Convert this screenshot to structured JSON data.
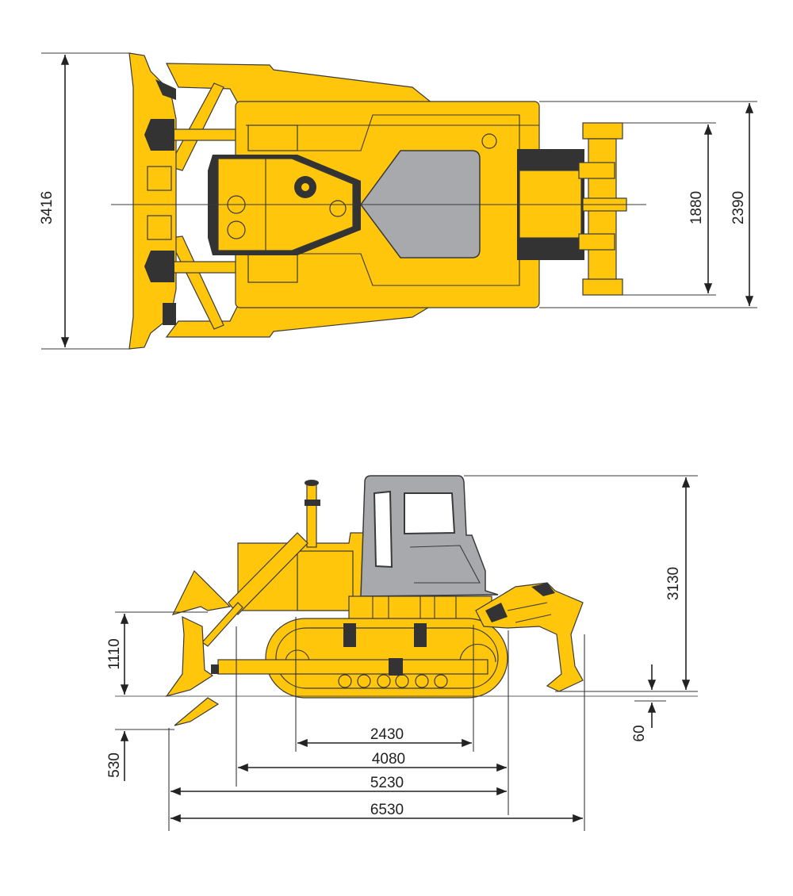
{
  "title": "Bulldozer dimension drawing",
  "colors": {
    "body": "#FFC60B",
    "cab": "#A7A9AC",
    "dark": "#333333",
    "lines": "#222222"
  },
  "units": "mm",
  "top_view": {
    "dimensions": {
      "blade_width": "3416",
      "track_gauge": "1880",
      "overall_track_width": "2390"
    }
  },
  "side_view": {
    "dimensions": {
      "overall_height": "3130",
      "ground_clearance": "60",
      "blade_height": "1110",
      "blade_drop": "530",
      "track_length_on_ground": "2430",
      "base_length": "4080",
      "length_with_blade": "5230",
      "overall_length": "6530"
    }
  }
}
